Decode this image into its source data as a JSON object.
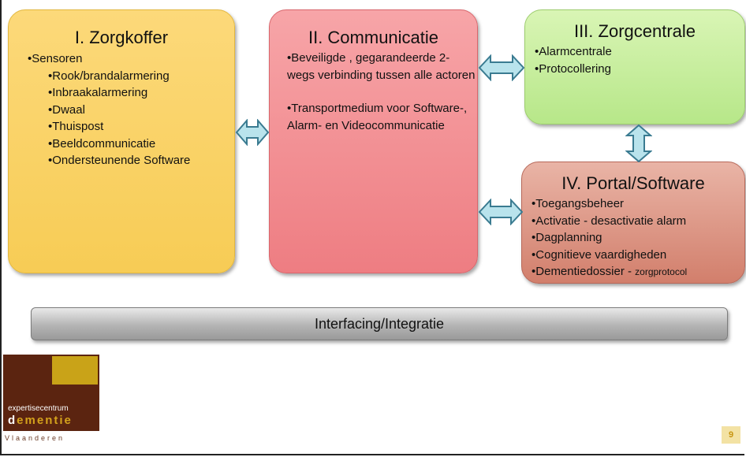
{
  "box1": {
    "title": "I. Zorgkoffer",
    "items": [
      "Sensoren",
      "Rook/brandalarmering",
      "Inbraakalarmering",
      "Dwaal",
      "Thuispost",
      "Beeldcommunicatie",
      "Ondersteunende Software"
    ]
  },
  "box2": {
    "title": "II. Communicatie",
    "para1": "Beveiligde , gegarandeerde 2-wegs verbinding tussen alle actoren",
    "para2": "Transportmedium voor Software-, Alarm- en Videocommunicatie"
  },
  "box3": {
    "title": "III. Zorgcentrale",
    "items": [
      "Alarmcentrale",
      "Protocollering"
    ]
  },
  "box4": {
    "title": "IV. Portal/Software",
    "items": [
      "Toegangsbeheer",
      "Activatie - desactivatie alarm",
      "Dagplanning",
      "Cognitieve vaardigheden"
    ],
    "last_main": "Dementiedossier - ",
    "last_small": "zorgprotocol"
  },
  "bar_label": "Interfacing/Integratie",
  "logo": {
    "line1": "expertisecentrum",
    "line2_a": "d",
    "line2_b": "e",
    "line2_c": "mentie",
    "line3": "Vlaanderen"
  },
  "page_number": "9",
  "colors": {
    "zorgkoffer": "#f7cc55",
    "communicatie": "#ee7d82",
    "zorgcentrale": "#b7e789",
    "portal": "#d27f6c",
    "arrow": "#b9e3ec"
  }
}
